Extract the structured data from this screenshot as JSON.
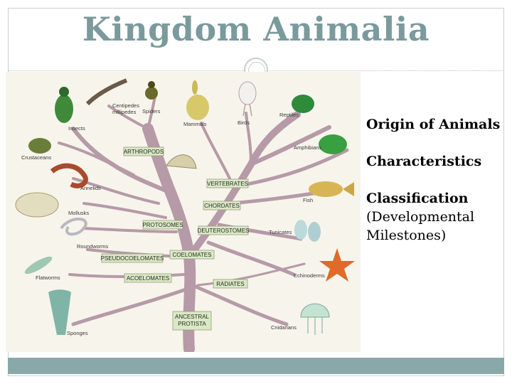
{
  "slide": {
    "title": "Kingdom Animalia",
    "topics": [
      {
        "text": "Origin of Animals",
        "bold": true
      },
      {
        "text": "Characteristics",
        "bold": true
      },
      {
        "text": "Classification",
        "bold": true,
        "sub": "(Developmental Milestones)"
      }
    ]
  },
  "diagram": {
    "nodes": [
      "ARTHROPODS",
      "VERTEBRATES",
      "CHORDATES",
      "PROTOSOMES",
      "DEUTEROSTOMES",
      "PSEUDOCOELOMATES",
      "COELOMATES",
      "ACOELOMATES",
      "RADIATES",
      "ANCESTRAL PROTISTA"
    ],
    "organisms": [
      "Insects",
      "Centipedes millipedes",
      "Spiders",
      "Mammals",
      "Birds",
      "Reptiles",
      "Crustaceans",
      "Amphibians",
      "Annelids",
      "Fish",
      "Mollusks",
      "Tunicates",
      "Roundworms",
      "Flatworms",
      "Echinoderms",
      "Sponges",
      "Cnidarians"
    ]
  },
  "colors": {
    "title": "#7a9a9c",
    "footer": "#8aa8aa",
    "branch": "#b69aa7",
    "node_box": "#d9e9c4"
  }
}
